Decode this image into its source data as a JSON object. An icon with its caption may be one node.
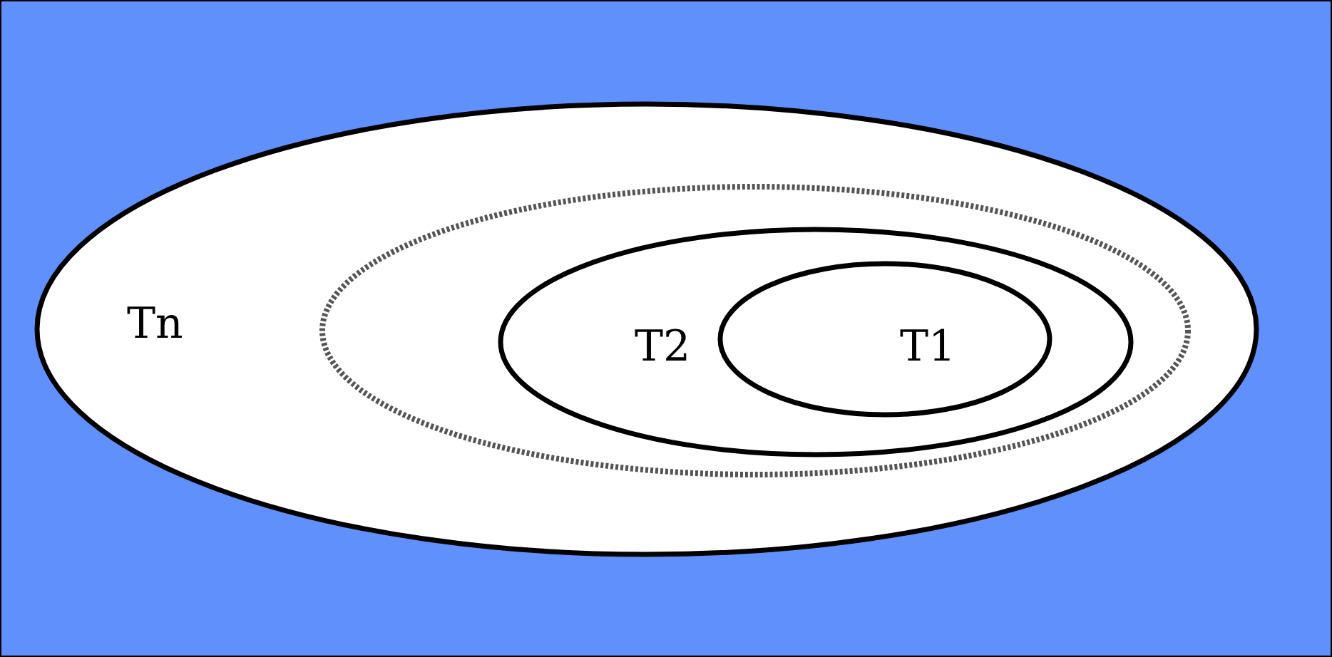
{
  "diagram": {
    "nodes": [
      {
        "text": [
          "Tn"
        ]
      },
      {
        "text": [],
        "shape": "ellipse",
        "in": 0
      },
      {
        "text": [
          "T2"
        ],
        "in": 1
      },
      {
        "text": [
          "T1"
        ],
        "in": 2
      }
    ]
  }
}
